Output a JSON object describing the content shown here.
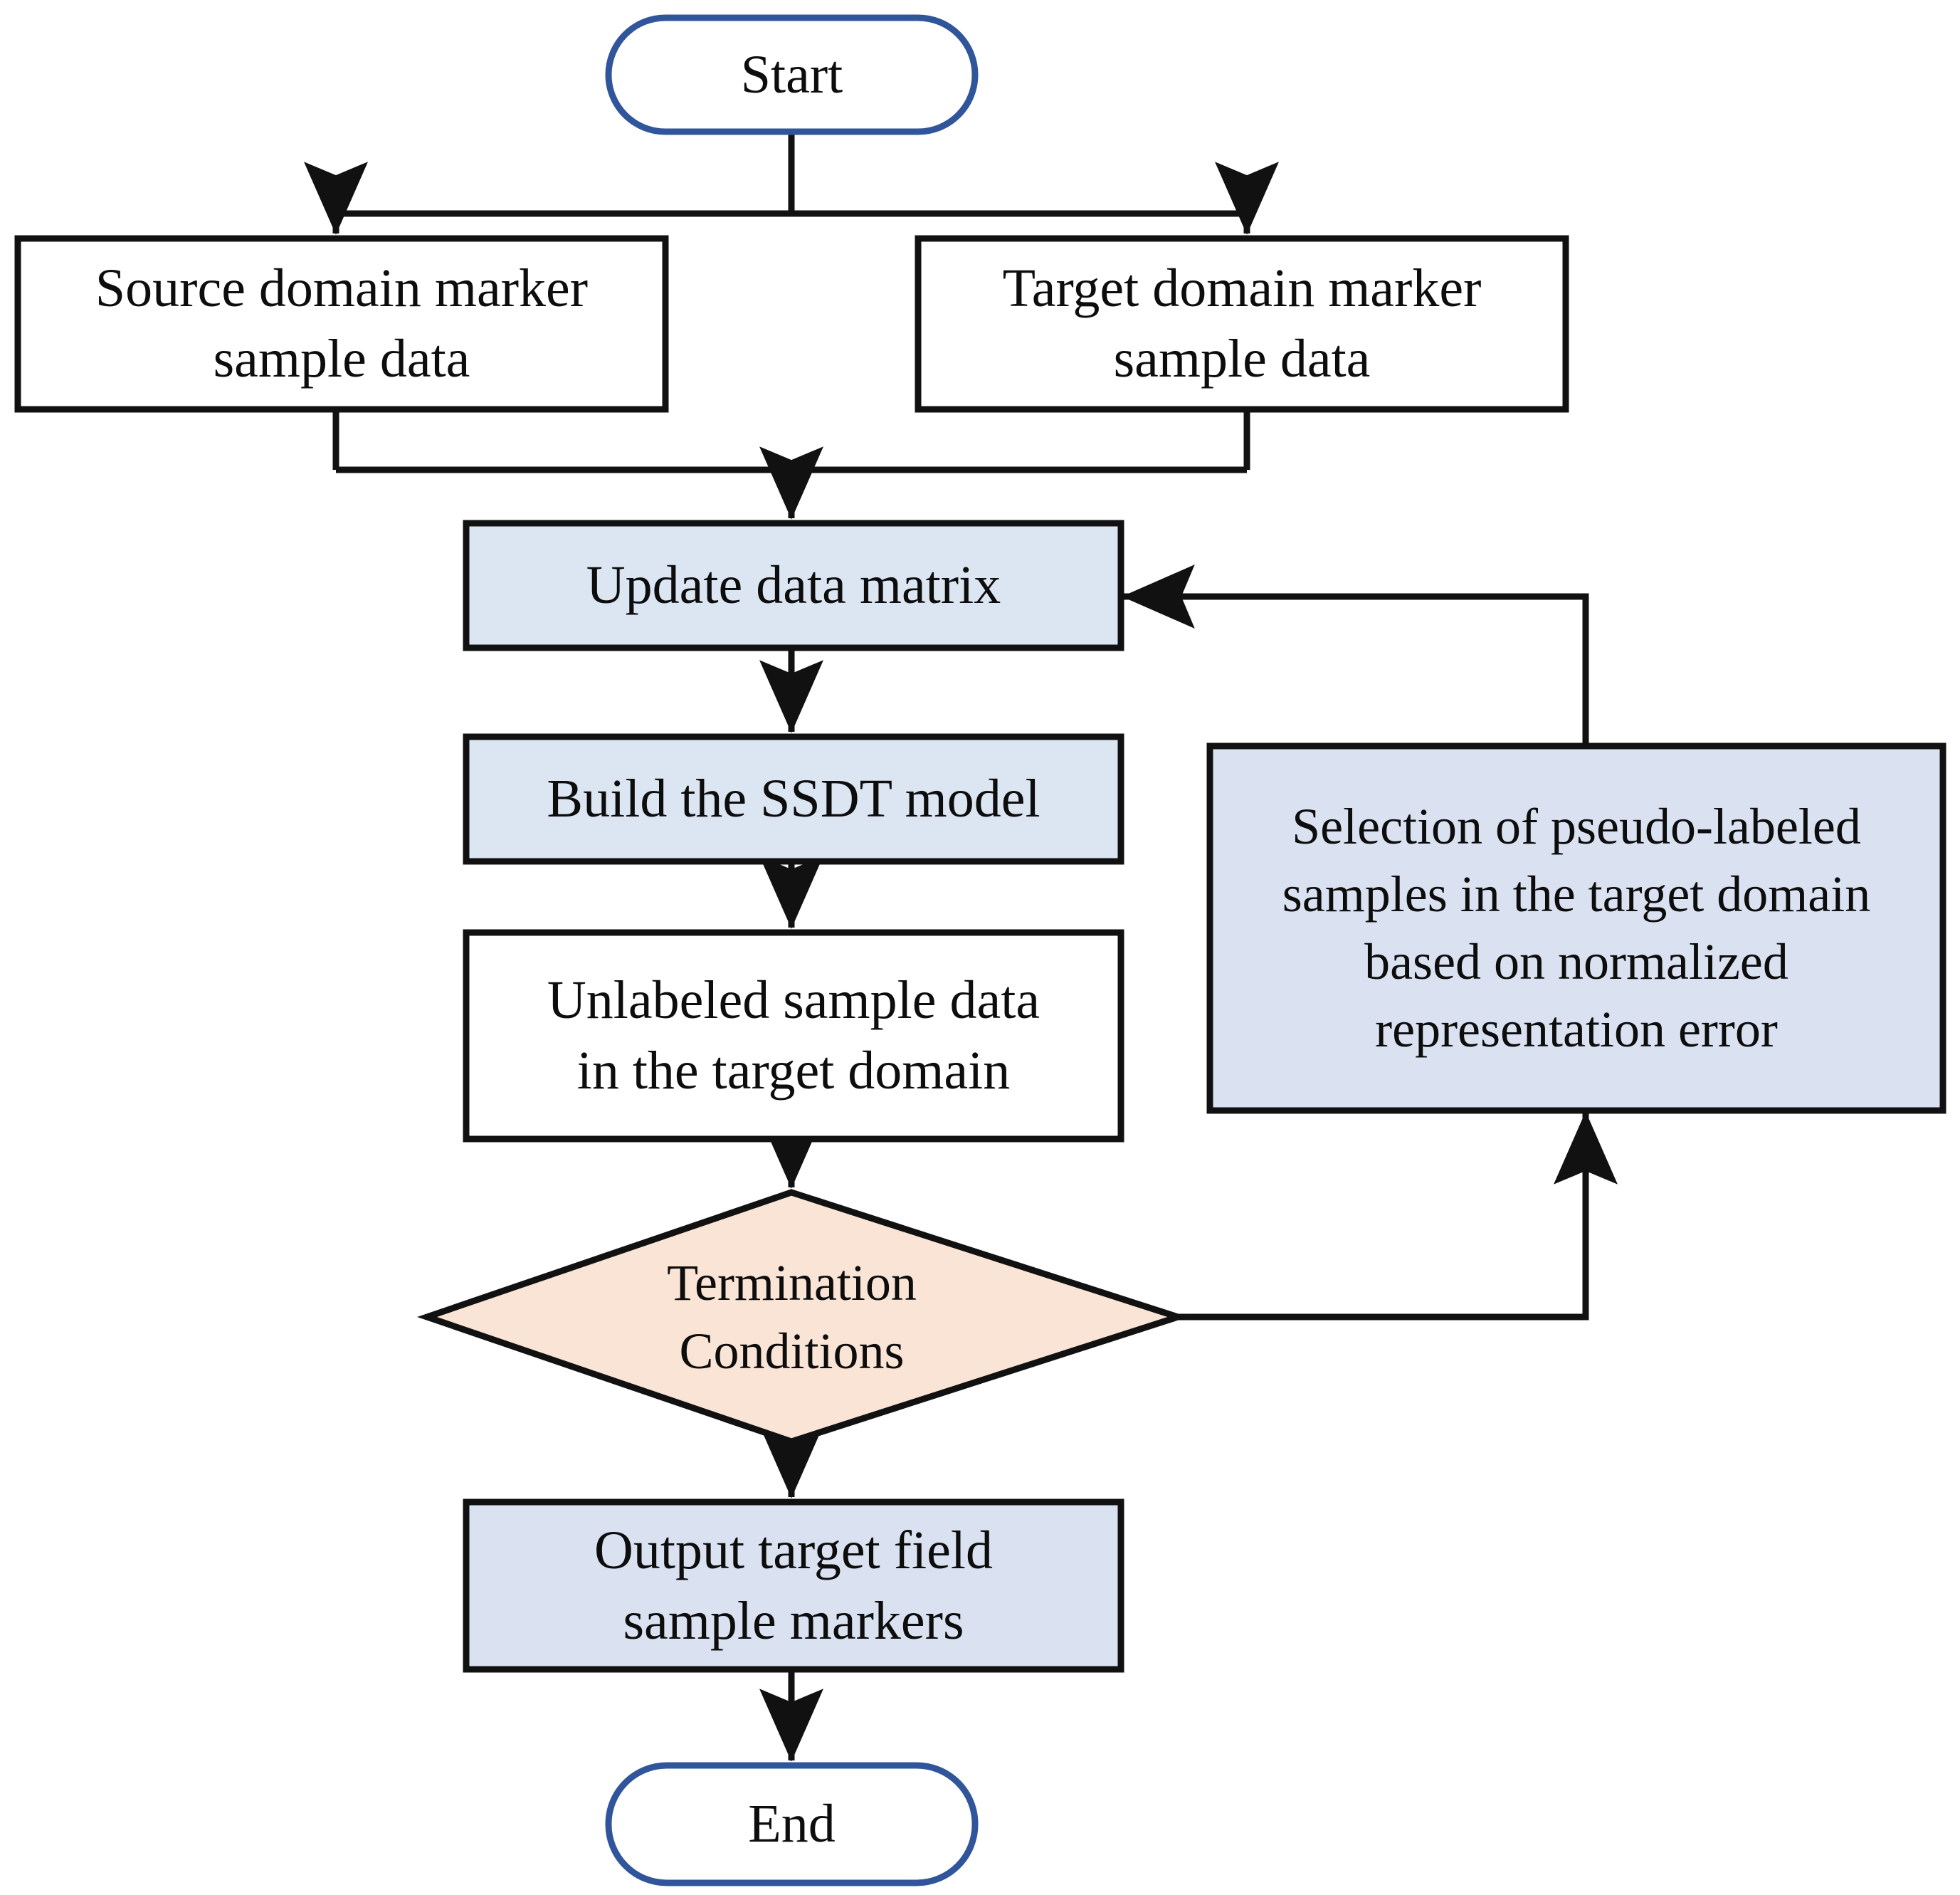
{
  "diagram": {
    "title": "SSDT domain-adaptation flowchart",
    "type": "flowchart",
    "colors": {
      "terminator_stroke": "#31559A",
      "terminator_fill": "#FFFFFF",
      "box_stroke": "#111111",
      "io_fill": "#FFFFFF",
      "process_fill": "#DCE6F2",
      "process_fill_alt": "#DAE2F2",
      "decision_fill": "#F9E4D6",
      "connector_stroke": "#111111",
      "text": "#0D0D0D"
    },
    "nodes": [
      {
        "id": "start",
        "shape": "terminator",
        "label": "Start"
      },
      {
        "id": "source",
        "shape": "io",
        "label": "Source domain marker\nsample data"
      },
      {
        "id": "target",
        "shape": "io",
        "label": "Target domain marker\nsample data"
      },
      {
        "id": "update",
        "shape": "process",
        "label": "Update data matrix"
      },
      {
        "id": "build",
        "shape": "process",
        "label": "Build the SSDT model"
      },
      {
        "id": "unlabeled",
        "shape": "io",
        "label": "Unlabeled sample data\nin the target domain"
      },
      {
        "id": "selection",
        "shape": "process",
        "label": "Selection of pseudo-labeled\nsamples in the target domain\nbased on normalized\nrepresentation error"
      },
      {
        "id": "decision",
        "shape": "decision",
        "label": "Termination\nConditions"
      },
      {
        "id": "output",
        "shape": "process",
        "label": "Output target field\nsample markers"
      },
      {
        "id": "end",
        "shape": "terminator",
        "label": "End"
      }
    ],
    "edges": [
      {
        "from": "start",
        "to": "source",
        "label": ""
      },
      {
        "from": "start",
        "to": "target",
        "label": ""
      },
      {
        "from": "source",
        "to": "update",
        "label": ""
      },
      {
        "from": "target",
        "to": "update",
        "label": ""
      },
      {
        "from": "update",
        "to": "build",
        "label": ""
      },
      {
        "from": "build",
        "to": "unlabeled",
        "label": ""
      },
      {
        "from": "unlabeled",
        "to": "decision",
        "label": ""
      },
      {
        "from": "decision",
        "to": "selection",
        "label": ""
      },
      {
        "from": "selection",
        "to": "update",
        "label": ""
      },
      {
        "from": "decision",
        "to": "output",
        "label": ""
      },
      {
        "from": "output",
        "to": "end",
        "label": ""
      }
    ]
  }
}
